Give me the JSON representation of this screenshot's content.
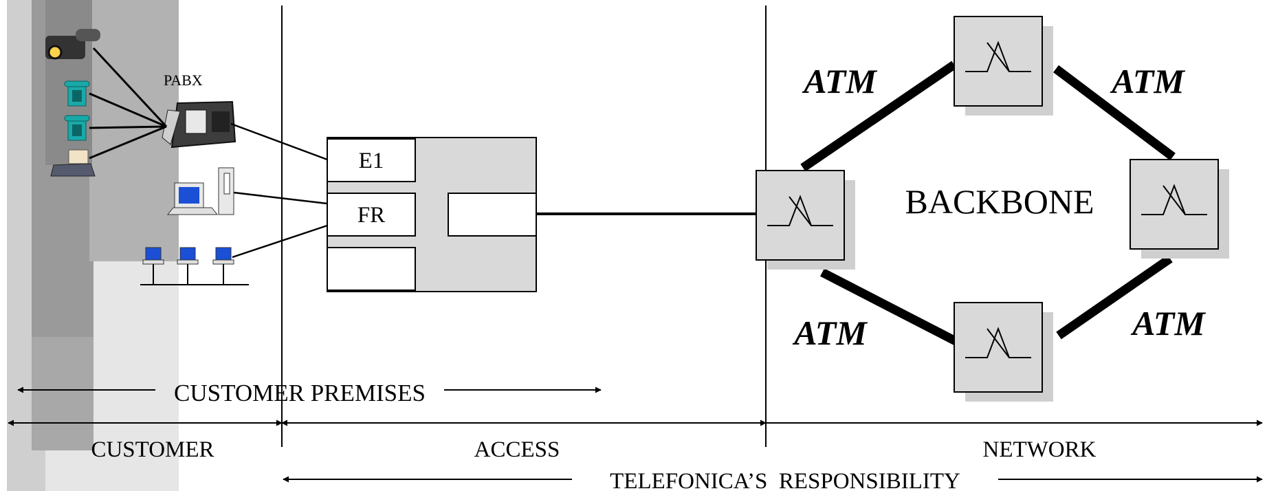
{
  "customer_devices": {
    "pabx_label": "PABX",
    "icons": [
      "video-camera-icon",
      "telephone-icon",
      "telephone-icon",
      "fax-icon",
      "pabx-phone-icon",
      "computer-icon",
      "lan-computers-icon"
    ]
  },
  "access_node": {
    "ports": [
      "E1",
      "FR",
      ""
    ]
  },
  "backbone": {
    "label": "BACKBONE",
    "link_labels": [
      "ATM",
      "ATM",
      "ATM",
      "ATM"
    ]
  },
  "bottom": {
    "customer_premises": "CUSTOMER PREMISES",
    "zone_customer": "CUSTOMER",
    "zone_access": "ACCESS",
    "zone_network": "NETWORK",
    "responsibility": "TELEFONICA’S  RESPONSIBILITY"
  },
  "colors": {
    "box_gray": "#d9d9d9",
    "shadow_gray": "#cfcfcf",
    "monitor_blue": "#1a4fd6",
    "phone_teal": "#1aa9a9"
  }
}
